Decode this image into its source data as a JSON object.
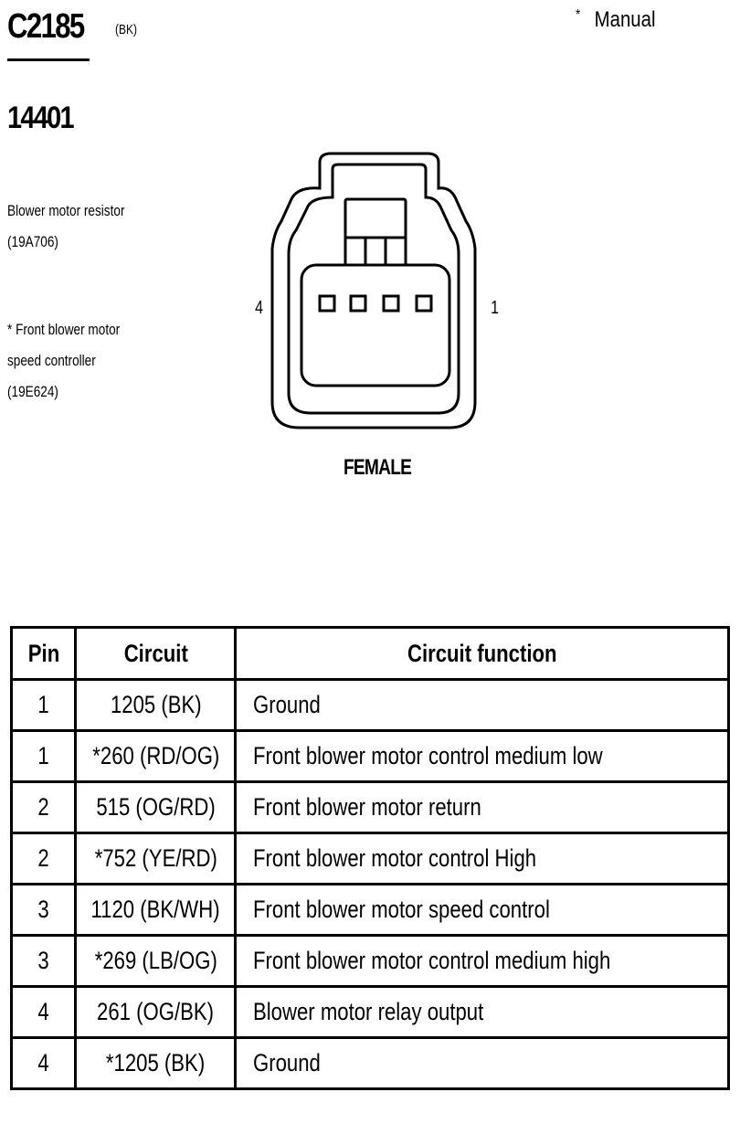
{
  "connector": {
    "id": "C2185",
    "color": "(BK)",
    "part_number": "14401",
    "view": "FEMALE",
    "pin_left_label": "4",
    "pin_right_label": "1"
  },
  "legend": {
    "symbol": "*",
    "text": "Manual"
  },
  "components": [
    {
      "lines": [
        "Blower motor resistor",
        "(19A706)"
      ]
    },
    {
      "lines": [
        "* Front blower motor",
        "speed controller",
        "(19E624)"
      ]
    }
  ],
  "table": {
    "headers": {
      "pin": "Pin",
      "circuit": "Circuit",
      "function": "Circuit function"
    },
    "rows": [
      {
        "pin": "1",
        "circuit": "1205 (BK)",
        "function": "Ground"
      },
      {
        "pin": "1",
        "circuit": "*260 (RD/OG)",
        "function": "Front blower motor  control medium low"
      },
      {
        "pin": "2",
        "circuit": "515 (OG/RD)",
        "function": "Front blower motor  return"
      },
      {
        "pin": "2",
        "circuit": "*752 (YE/RD)",
        "function": "Front blower motor  control High"
      },
      {
        "pin": "3",
        "circuit": "1120 (BK/WH)",
        "function": "Front blower motor  speed control"
      },
      {
        "pin": "3",
        "circuit": "*269 (LB/OG)",
        "function": "Front blower motor  control medium high"
      },
      {
        "pin": "4",
        "circuit": "261 (OG/BK)",
        "function": "Blower motor relay output"
      },
      {
        "pin": "4",
        "circuit": "*1205 (BK)",
        "function": "Ground"
      }
    ]
  }
}
